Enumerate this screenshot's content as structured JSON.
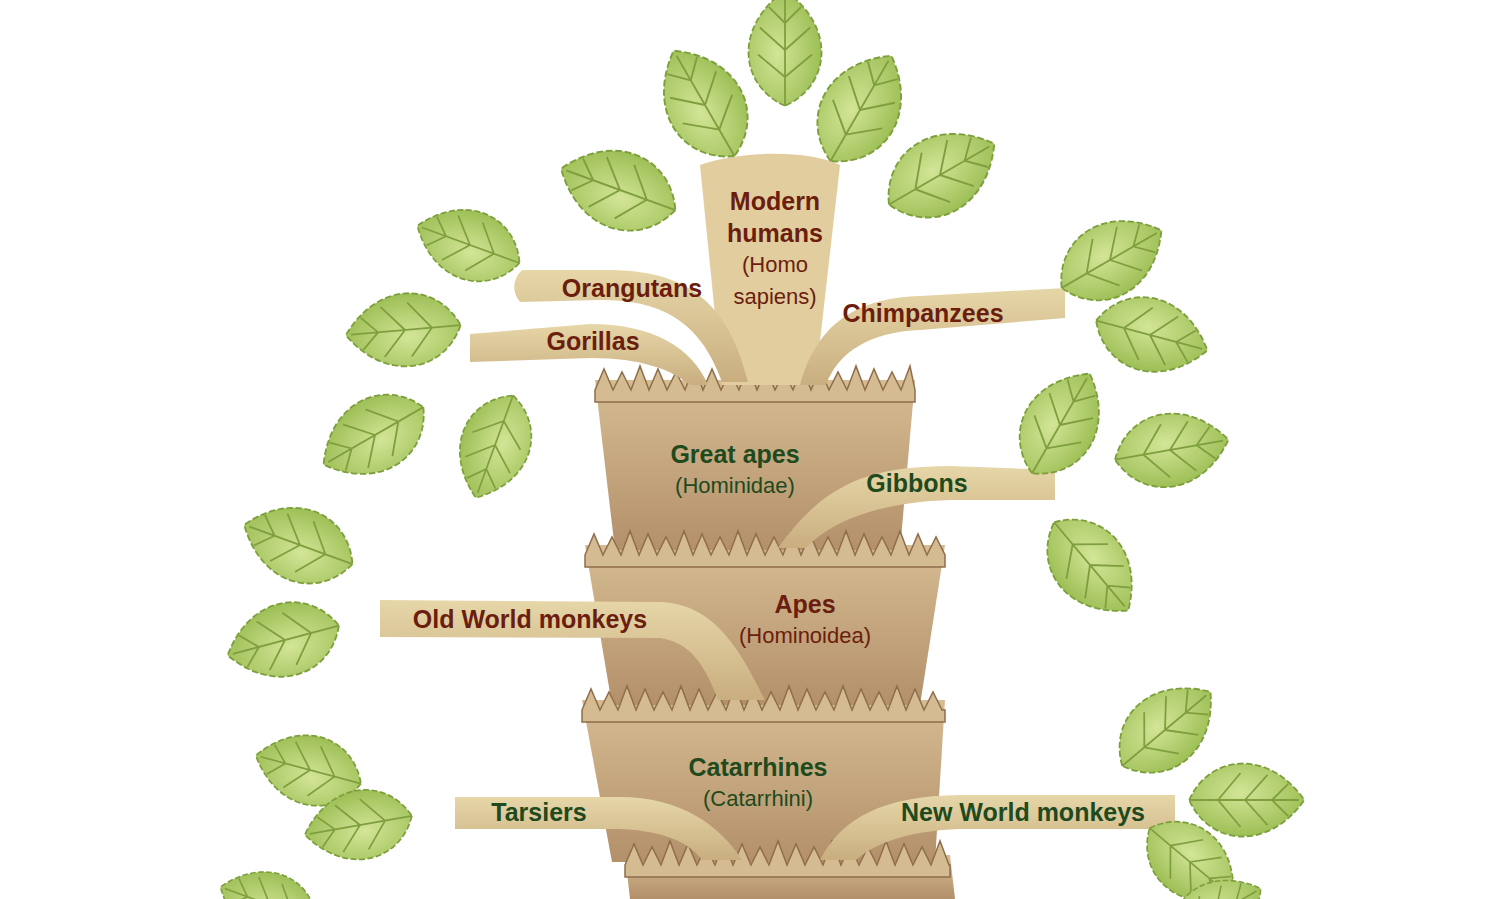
{
  "diagram": {
    "nodes": [
      {
        "text": [
          "Modern humans",
          "(Homo sapiens)"
        ]
      },
      {
        "text": [
          "Orangutans"
        ]
      },
      {
        "text": [
          "Chimpanzees"
        ]
      },
      {
        "text": [
          "Gorillas"
        ]
      },
      {
        "text": [
          "Great apes",
          "(Hominidae)"
        ]
      },
      {
        "text": [
          "Gibbons"
        ]
      },
      {
        "text": [
          "Old World monkeys"
        ]
      },
      {
        "text": [
          "Apes",
          "(Hominoidea)"
        ]
      },
      {
        "text": [
          "Catarrhines",
          "(Catarrhini)"
        ]
      },
      {
        "text": [
          "Tarsiers"
        ]
      },
      {
        "text": [
          "New World monkeys"
        ]
      }
    ]
  }
}
